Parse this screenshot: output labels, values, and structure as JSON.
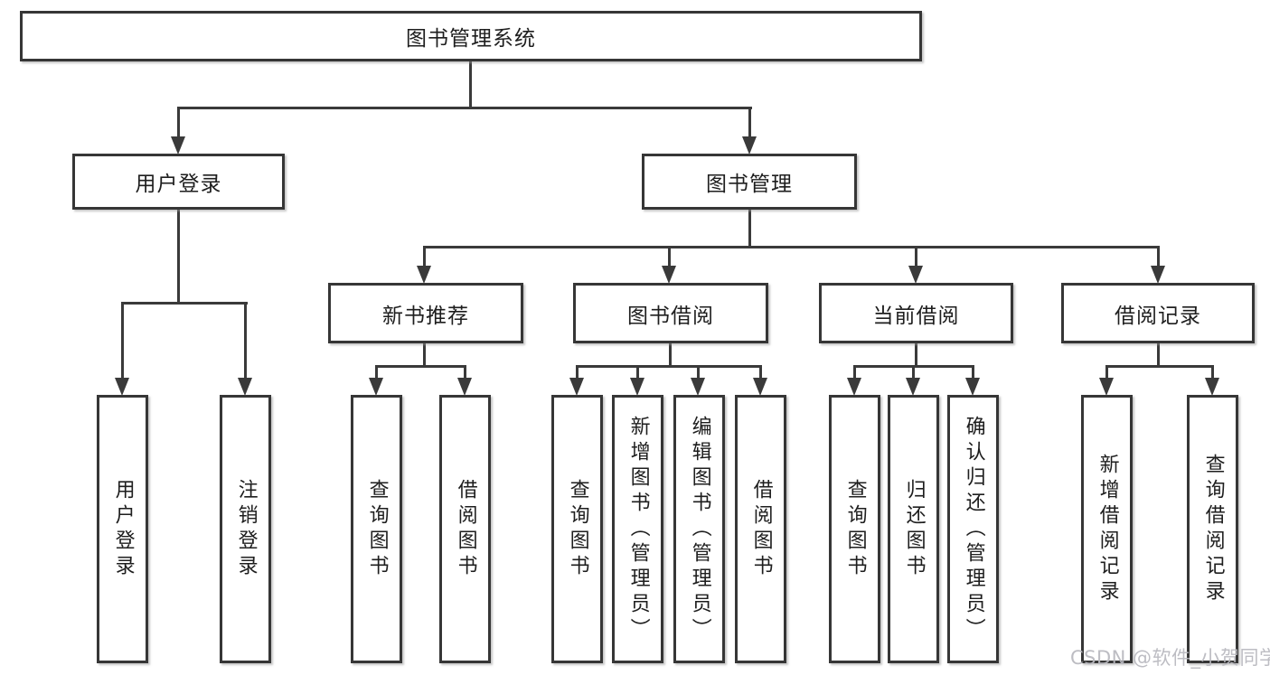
{
  "diagram": {
    "watermark": "CSDN @软件_小贺同学",
    "colors": {
      "background": "#ffffff",
      "box_border": "#363636",
      "connector_line": "#3a3a3a",
      "text": "#1e1e1e",
      "watermark_text": "#b7b7be"
    },
    "tree": {
      "root": {
        "label": "图书管理系统"
      },
      "branches": [
        {
          "label": "用户登录",
          "leaves": [
            {
              "label": "用户登录"
            },
            {
              "label": "注销登录"
            }
          ]
        },
        {
          "label": "图书管理",
          "groups": [
            {
              "label": "新书推荐",
              "leaves": [
                {
                  "label": "查询图书"
                },
                {
                  "label": "借阅图书"
                }
              ]
            },
            {
              "label": "图书借阅",
              "leaves": [
                {
                  "label": "查询图书"
                },
                {
                  "label": "新增图书（管理员）"
                },
                {
                  "label": "编辑图书（管理员）"
                },
                {
                  "label": "借阅图书"
                }
              ]
            },
            {
              "label": "当前借阅",
              "leaves": [
                {
                  "label": "查询图书"
                },
                {
                  "label": "归还图书"
                },
                {
                  "label": "确认归还（管理员）"
                }
              ]
            },
            {
              "label": "借阅记录",
              "leaves": [
                {
                  "label": "新增借阅记录"
                },
                {
                  "label": "查询借阅记录"
                }
              ]
            }
          ]
        }
      ]
    }
  }
}
